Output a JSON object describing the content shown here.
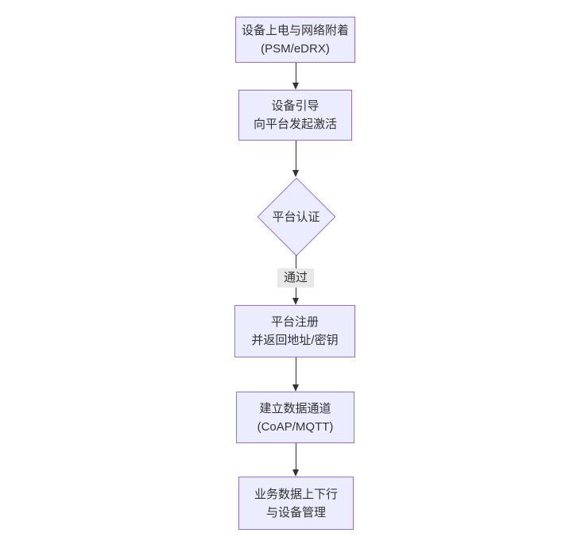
{
  "diagram": {
    "type": "flowchart",
    "direction": "top-down",
    "colors": {
      "node_fill": "#ECECFF",
      "node_border": "#9370DB",
      "text": "#333333",
      "edge": "#333333",
      "edge_label_bg": "#e8e8e8",
      "background": "#ffffff"
    },
    "nodes": [
      {
        "id": "power_attach",
        "shape": "rect",
        "lines": [
          "设备上电与网络附着",
          "(PSM/eDRX)"
        ]
      },
      {
        "id": "bootstrap",
        "shape": "rect",
        "lines": [
          "设备引导",
          "向平台发起激活"
        ]
      },
      {
        "id": "platform_auth",
        "shape": "diamond",
        "lines": [
          "平台认证"
        ]
      },
      {
        "id": "platform_register",
        "shape": "rect",
        "lines": [
          "平台注册",
          "并返回地址/密钥"
        ]
      },
      {
        "id": "data_channel",
        "shape": "rect",
        "lines": [
          "建立数据通道",
          "(CoAP/MQTT)"
        ]
      },
      {
        "id": "business_data",
        "shape": "rect",
        "lines": [
          "业务数据上下行",
          "与设备管理"
        ]
      }
    ],
    "edges": [
      {
        "from": "power_attach",
        "to": "bootstrap",
        "label": ""
      },
      {
        "from": "bootstrap",
        "to": "platform_auth",
        "label": ""
      },
      {
        "from": "platform_auth",
        "to": "platform_register",
        "label": "通过"
      },
      {
        "from": "platform_register",
        "to": "data_channel",
        "label": ""
      },
      {
        "from": "data_channel",
        "to": "business_data",
        "label": ""
      }
    ]
  }
}
